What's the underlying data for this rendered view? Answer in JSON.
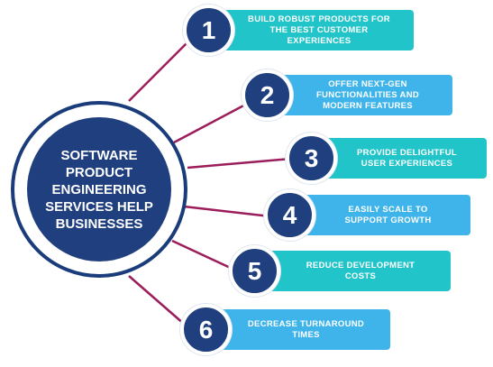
{
  "hub": {
    "text": "SOFTWARE\nPRODUCT\nENGINEERING\nSERVICES HELP\nBUSINESSES"
  },
  "colors": {
    "navy": "#1f3f7e",
    "teal": "#21c4c9",
    "sky": "#3fb4ea",
    "connector": "#9c1d5c"
  },
  "items": [
    {
      "number": "1",
      "label": "BUILD ROBUST PRODUCTS FOR\nTHE BEST CUSTOMER\nEXPERIENCES",
      "color": "#21c4c9"
    },
    {
      "number": "2",
      "label": "OFFER NEXT-GEN\nFUNCTIONALITIES AND\nMODERN FEATURES",
      "color": "#3fb4ea"
    },
    {
      "number": "3",
      "label": "PROVIDE DELIGHTFUL\nUSER EXPERIENCES",
      "color": "#21c4c9"
    },
    {
      "number": "4",
      "label": "EASILY SCALE TO\nSUPPORT GROWTH",
      "color": "#3fb4ea"
    },
    {
      "number": "5",
      "label": "REDUCE DEVELOPMENT\nCOSTS",
      "color": "#21c4c9"
    },
    {
      "number": "6",
      "label": "DECREASE TURNAROUND\nTIMES",
      "color": "#3fb4ea"
    }
  ]
}
